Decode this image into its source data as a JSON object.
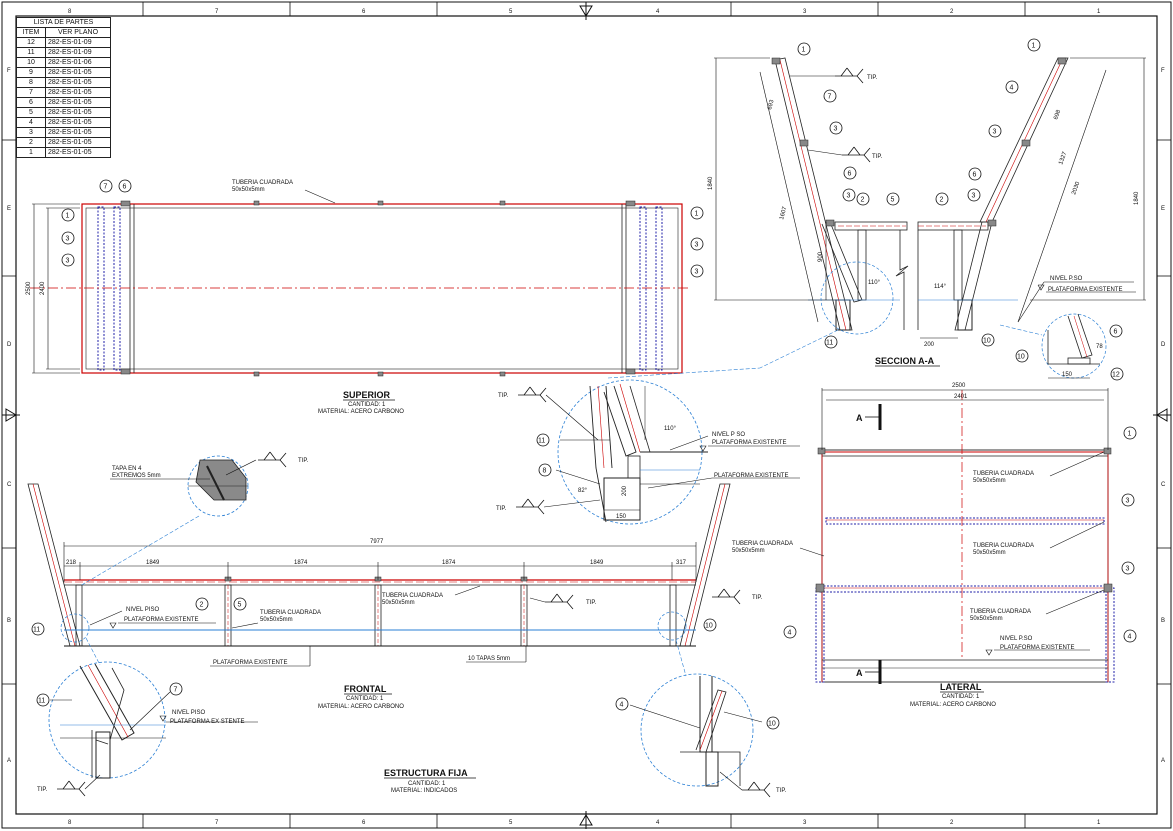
{
  "parts_list": {
    "title": "LISTA DE PARTES",
    "col_item": "ITEM",
    "col_ref": "VER PLANO",
    "rows": [
      {
        "item": "12",
        "ref": "282-ES-01-09"
      },
      {
        "item": "11",
        "ref": "282-ES-01-09"
      },
      {
        "item": "10",
        "ref": "282-ES-01-06"
      },
      {
        "item": "9",
        "ref": "282-ES-01-05"
      },
      {
        "item": "8",
        "ref": "282-ES-01-05"
      },
      {
        "item": "7",
        "ref": "282-ES-01-05"
      },
      {
        "item": "6",
        "ref": "282-ES-01-05"
      },
      {
        "item": "5",
        "ref": "282-ES-01-05"
      },
      {
        "item": "4",
        "ref": "282-ES-01-05"
      },
      {
        "item": "3",
        "ref": "282-ES-01-05"
      },
      {
        "item": "2",
        "ref": "282-ES-01-05"
      },
      {
        "item": "1",
        "ref": "282-ES-01-05"
      }
    ]
  },
  "border": {
    "cols_top": [
      "8",
      "7",
      "6",
      "5",
      "4",
      "3",
      "2",
      "1"
    ],
    "rows_side": [
      "F",
      "E",
      "D",
      "C",
      "B",
      "A"
    ]
  },
  "views": {
    "superior": {
      "title": "SUPERIOR",
      "qty": "CANTIDAD: 1",
      "material": "MATERIAL:  ACERO CARBONO"
    },
    "frontal": {
      "title": "FRONTAL",
      "qty": "CANTIDAD: 1",
      "material": "MATERIAL:  ACERO CARBONO"
    },
    "lateral": {
      "title": "LATERAL",
      "qty": "CANTIDAD: 1",
      "material": "MATERIAL:  ACERO CARBONO"
    },
    "seccion": {
      "title": "SECCION A-A"
    },
    "structure": {
      "title": "ESTRUCTURA FIJA",
      "qty": "CANTIDAD: 1",
      "material": "MATERIAL:  INDICADOS"
    }
  },
  "labels": {
    "tuberia": "TUBERIA CUADRADA",
    "tuberia_size": "50x50x5mm",
    "tuberia_size2": "50x50x5mm",
    "nivel_piso": "NIVEL PISO",
    "nivel_pso": "NIVEL P.SO",
    "nivel_pso2": "NIVEL P SO",
    "plat_existente": "PLATAFORMA EXISTENTE",
    "plat_ex_stente": "PLATAFORMA EX STENTE",
    "tapa_en4": "TAPA EN 4",
    "extremos": "EXTREMOS 5mm",
    "tapas10": "10 TAPAS 5mm",
    "tip": "TIP.",
    "section_mark": "A"
  },
  "dims": {
    "sup_2500": "2500",
    "sup_2400": "2400",
    "total": "7977",
    "d_218": "218",
    "d_1849a": "1849",
    "d_1874a": "1874",
    "d_1874b": "1874",
    "d_1849b": "1849",
    "d_317": "317",
    "lat_2500": "2500",
    "lat_2401": "2401",
    "sec_1840l": "1840",
    "sec_1840r": "1840",
    "sec_1607": "1607",
    "sec_693": "693",
    "sec_900": "900",
    "sec_110": "110°",
    "sec_114": "114°",
    "sec_200": "200",
    "sec_698": "698",
    "sec_1327": "1327",
    "sec_2030": "2030",
    "sec_150": "150",
    "sec_78": "78",
    "det_110": "110°",
    "det_82": "82°",
    "det_200": "200",
    "det_150": "150"
  },
  "balloons": {
    "b1": "1",
    "b2": "2",
    "b3": "3",
    "b4": "4",
    "b5": "5",
    "b6": "6",
    "b7": "7",
    "b8": "8",
    "b10": "10",
    "b11": "11",
    "b12": "12"
  }
}
